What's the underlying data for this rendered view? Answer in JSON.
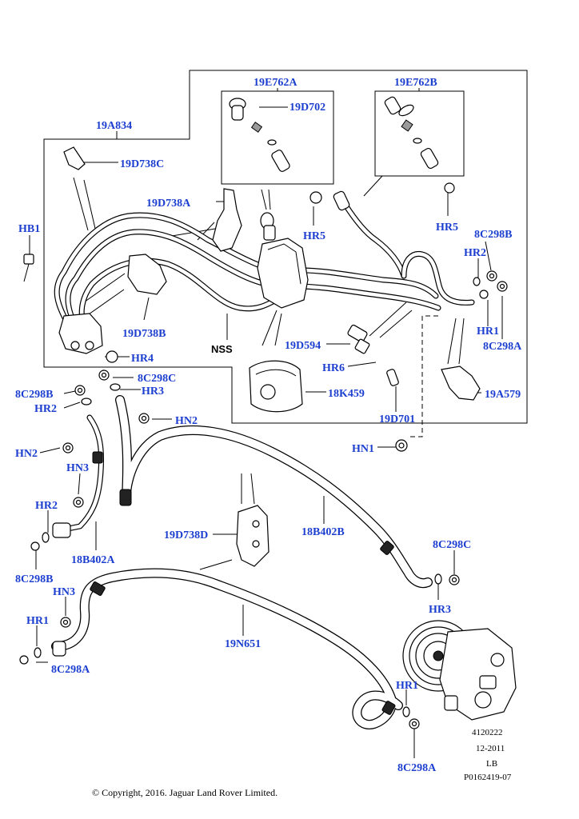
{
  "labels": {
    "p19A834": "19A834",
    "p19E762A": "19E762A",
    "p19E762B": "19E762B",
    "p19D702": "19D702",
    "p19D738C": "19D738C",
    "p19D738A": "19D738A",
    "p19D738B": "19D738B",
    "p19D738D": "19D738D",
    "pHB1": "HB1",
    "pHR5a": "HR5",
    "pHR5b": "HR5",
    "p8C298B_top": "8C298B",
    "pHR2_top": "HR2",
    "pHR1_top": "HR1",
    "p8C298A_top": "8C298A",
    "pNSS": "NSS",
    "p19D594": "19D594",
    "pHR6": "HR6",
    "p18K459": "18K459",
    "pHR4": "HR4",
    "p8C298C_mid": "8C298C",
    "pHR3_mid": "HR3",
    "p8C298B_left": "8C298B",
    "pHR2_left": "HR2",
    "pHN2_right": "HN2",
    "p19D701": "19D701",
    "p19A579": "19A579",
    "pHN1": "HN1",
    "pHN2_left": "HN2",
    "pHN3_a": "HN3",
    "pHR2_low": "HR2",
    "p8C298B_low": "8C298B",
    "p18B402A": "18B402A",
    "p18B402B": "18B402B",
    "p8C298C_low": "8C298C",
    "pHR3_low": "HR3",
    "pHN3_b": "HN3",
    "pHR1_low": "HR1",
    "p8C298A_low": "8C298A",
    "p19N651": "19N651",
    "pHR1_comp": "HR1",
    "p8C298A_comp": "8C298A"
  },
  "reference": {
    "number": "4120222",
    "date": "12-2011",
    "code": "LB",
    "illustration": "P0162419-07"
  },
  "copyright": "© Copyright, 2016. Jaguar Land Rover Limited."
}
